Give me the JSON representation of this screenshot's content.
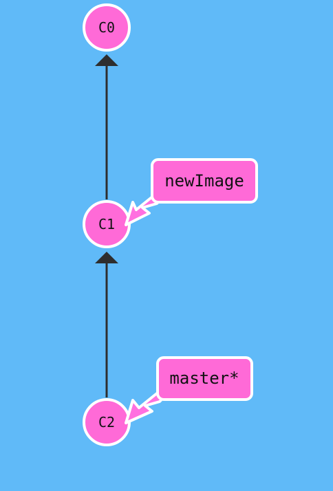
{
  "diagram": {
    "commits": [
      {
        "id": "c0",
        "label": "C0"
      },
      {
        "id": "c1",
        "label": "C1"
      },
      {
        "id": "c2",
        "label": "C2"
      }
    ],
    "edges": [
      {
        "from": "c1",
        "to": "c0"
      },
      {
        "from": "c2",
        "to": "c1"
      }
    ],
    "branches": [
      {
        "id": "newimage",
        "name": "newImage",
        "target": "c1",
        "is_current": false
      },
      {
        "id": "master",
        "name": "master*",
        "target": "c2",
        "is_current": true
      }
    ]
  },
  "colors": {
    "background": "#60baf8",
    "commit_fill": "#ff6ad7",
    "branch_fill": "#ff6ad7",
    "branch_arrow": "#ff70e0",
    "node_stroke": "#ffffff",
    "edge": "#2e2e2e",
    "text": "#111111"
  }
}
